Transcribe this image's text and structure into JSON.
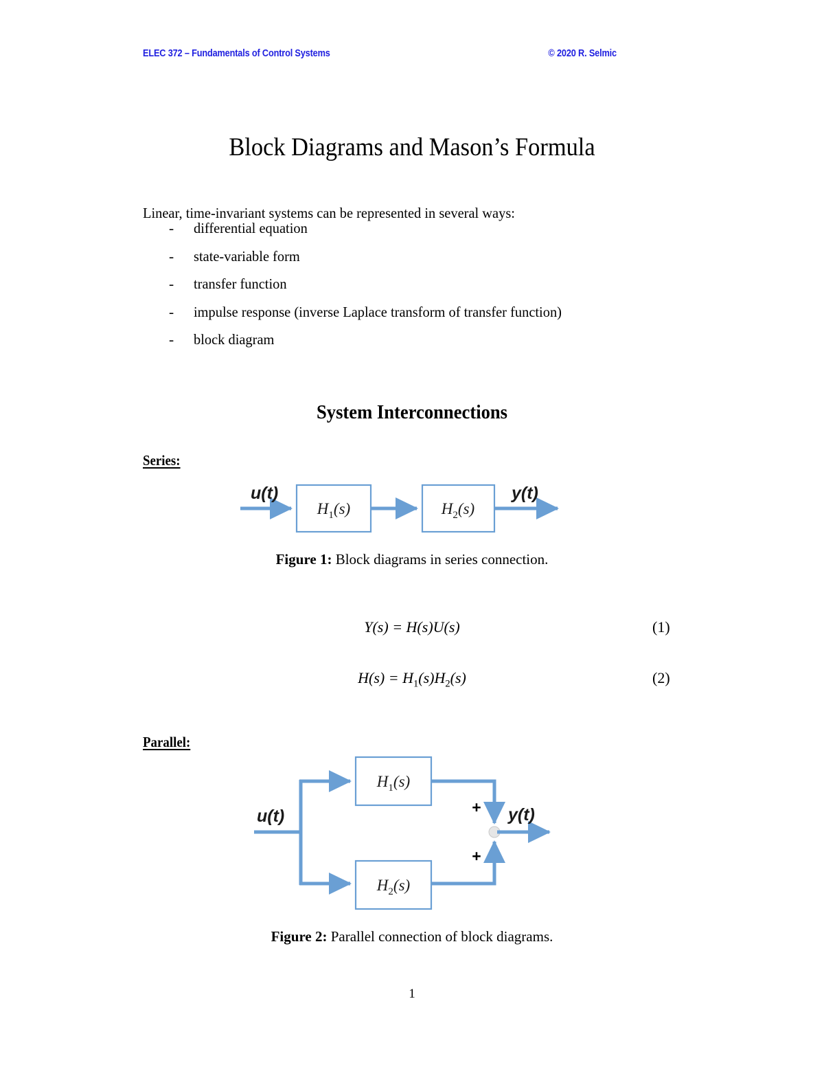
{
  "header": {
    "left": "ELEC 372 – Fundamentals of Control Systems",
    "right": "© 2020 R. Selmic"
  },
  "title": "Block Diagrams and Mason’s Formula",
  "intro": "Linear, time-invariant systems can be represented in several ways:",
  "bullets": [
    {
      "dash": "-",
      "text": "differential equation"
    },
    {
      "dash": "-",
      "text": "state-variable form"
    },
    {
      "dash": "-",
      "text": "transfer function"
    },
    {
      "dash": "-",
      "text": "impulse response (inverse Laplace transform of transfer function)"
    },
    {
      "dash": "-",
      "text": "block diagram"
    }
  ],
  "section_heading": "System Interconnections",
  "subsections": {
    "series": "Series:",
    "parallel": "Parallel:"
  },
  "figure1": {
    "caption_label": "Figure 1:",
    "caption_text": "Block diagrams in series connection.",
    "input_label": "u(t)",
    "output_label": "y(t)",
    "block1": {
      "base": "H",
      "sub": "1",
      "arg": "(s)"
    },
    "block2": {
      "base": "H",
      "sub": "2",
      "arg": "(s)"
    }
  },
  "figure2": {
    "caption_label": "Figure 2:",
    "caption_text": "Parallel connection of block diagrams.",
    "input_label": "u(t)",
    "output_label": "y(t)",
    "block1": {
      "base": "H",
      "sub": "1",
      "arg": "(s)"
    },
    "block2": {
      "base": "H",
      "sub": "2",
      "arg": "(s)"
    },
    "sign_top": "+",
    "sign_bottom": "+"
  },
  "equations": [
    {
      "lhs": "Y(s)",
      "eq": " = ",
      "rhs": "H(s)U(s)",
      "number": "(1)"
    },
    {
      "lhs": "H(s)",
      "eq": " = ",
      "rhs_base1": "H",
      "rhs_sub1": "1",
      "rhs_arg1": "(s)",
      "rhs_base2": "H",
      "rhs_sub2": "2",
      "rhs_arg2": "(s)",
      "number": "(2)"
    }
  ],
  "page_number": "1",
  "colors": {
    "header_blue": "#2121e0",
    "diagram_blue": "#6A9FD4",
    "diagram_border": "#6A9FD4",
    "junction_fill": "#E6E6E6",
    "text_black": "#000000"
  }
}
